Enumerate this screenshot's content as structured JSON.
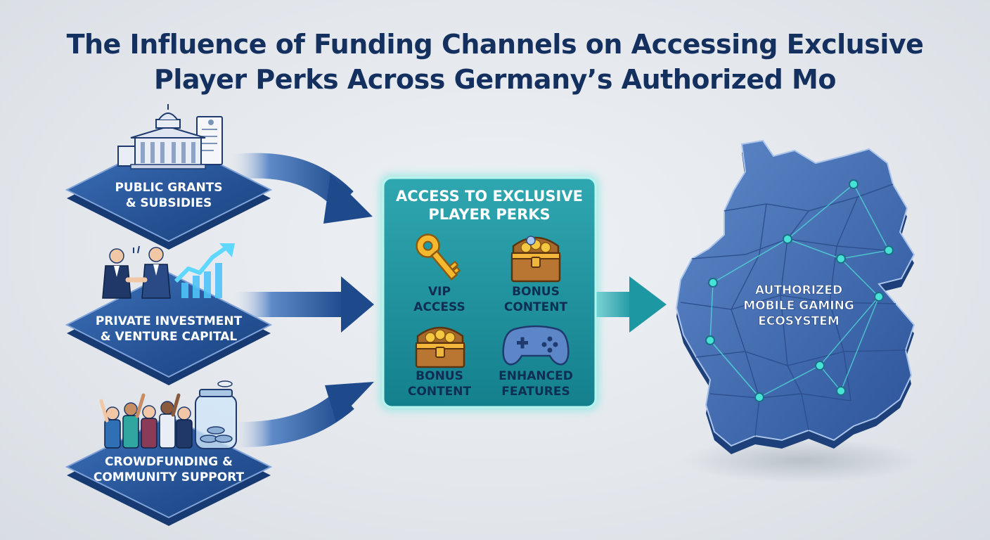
{
  "title": {
    "line1": "The Influence of Funding Channels on Accessing Exclusive",
    "line2": "Player Perks Across Germany’s Authorized Mo"
  },
  "sources": [
    {
      "line1": "PUBLIC GRANTS",
      "line2": "& SUBSIDIES",
      "icon": "government-building-icon"
    },
    {
      "line1": "PRIVATE INVESTMENT",
      "line2": "& VENTURE CAPITAL",
      "icon": "handshake-growth-chart-icon"
    },
    {
      "line1": "CROWDFUNDING &",
      "line2": "COMMUNITY SUPPORT",
      "icon": "crowd-donation-jar-icon"
    }
  ],
  "perks_box": {
    "title_line1": "ACCESS TO EXCLUSIVE",
    "title_line2": "PLAYER PERKS",
    "items": [
      {
        "line1": "VIP",
        "line2": "ACCESS",
        "icon": "golden-key-icon"
      },
      {
        "line1": "BONUS",
        "line2": "CONTENT",
        "icon": "treasure-chest-icon"
      },
      {
        "line1": "BONUS",
        "line2": "CONTENT",
        "icon": "treasure-chest-icon"
      },
      {
        "line1": "ENHANCED",
        "line2": "FEATURES",
        "icon": "game-controller-icon"
      }
    ]
  },
  "ecosystem": {
    "line1": "AUTHORIZED",
    "line2": "MOBILE GAMING",
    "line3": "ECOSYSTEM",
    "icon": "germany-map-network-icon"
  },
  "colors": {
    "title": "#14305f",
    "source_blue": "#1f4d8f",
    "perk_teal": "#1f9aa6",
    "map_blue": "#4a72b8",
    "node_glow": "#46e3d6"
  }
}
